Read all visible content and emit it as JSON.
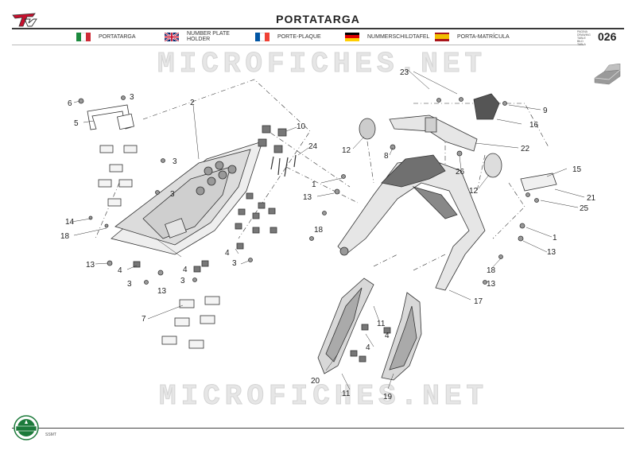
{
  "header": {
    "title": "PORTATARGA",
    "page_number": "026",
    "page_code_lines": [
      "PAGINA",
      "DRAWING",
      "TABLE",
      "BILD",
      "TABLA"
    ],
    "languages": [
      {
        "flag": "italy-flag-icon",
        "label": "PORTATARGA"
      },
      {
        "flag": "uk-flag-icon",
        "label": "NUMBER PLATE\nHOLDER"
      },
      {
        "flag": "france-flag-icon",
        "label": "PORTE-PLAQUE"
      },
      {
        "flag": "germany-flag-icon",
        "label": "NUMMERSCHILDTAFEL"
      },
      {
        "flag": "spain-flag-icon",
        "label": "PORTA-MATRÍCULA"
      }
    ]
  },
  "watermark": "MICROFICHES.NET",
  "footer": {
    "model_code": "SSMT"
  },
  "callouts": [
    "1",
    "2",
    "3",
    "4",
    "5",
    "6",
    "7",
    "8",
    "9",
    "10",
    "11",
    "12",
    "13",
    "14",
    "15",
    "16",
    "17",
    "18",
    "19",
    "20",
    "21",
    "22",
    "23",
    "24",
    "25",
    "26"
  ],
  "colors": {
    "line": "#333333",
    "part_fill": "#dcdcdc",
    "dark_part": "#666666",
    "accent_red": "#c8102e",
    "brand_green": "#1c7a3a"
  }
}
